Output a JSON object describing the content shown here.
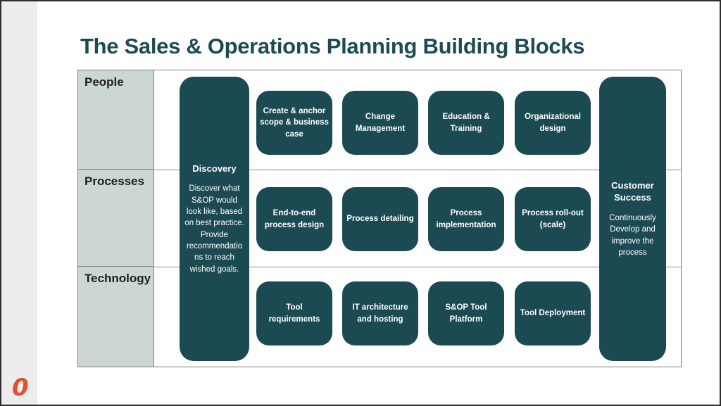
{
  "slide": {
    "title": "The Sales & Operations Planning Building Blocks"
  },
  "colors": {
    "block_teal": "#1c4a53",
    "title_teal": "#1d4b54",
    "row_label_bg": "#ccd6d5",
    "grid_border": "#7f7f7f",
    "logo_orange": "#e0512e",
    "left_strip": "#ededee"
  },
  "matrix": {
    "discovery": {
      "title": "Discovery",
      "body": "Discover what S&OP would look like, based on best practice. Provide recommendations to reach wished goals."
    },
    "customer_success": {
      "title": "Customer Success",
      "body": "Continuously Develop and improve the process"
    },
    "rows": [
      {
        "label": "People",
        "cells": [
          "Create & anchor scope & business case",
          "Change Management",
          "Education & Training",
          "Organizational design"
        ]
      },
      {
        "label": "Processes",
        "cells": [
          "End-to-end process design",
          "Process detailing",
          "Process implementation",
          "Process roll-out (scale)"
        ]
      },
      {
        "label": "Technology",
        "cells": [
          "Tool requirements",
          "IT architecture and hosting",
          "S&OP Tool Platform",
          "Tool Deployment"
        ]
      }
    ]
  },
  "footer": {
    "logo_glyph": "0"
  }
}
